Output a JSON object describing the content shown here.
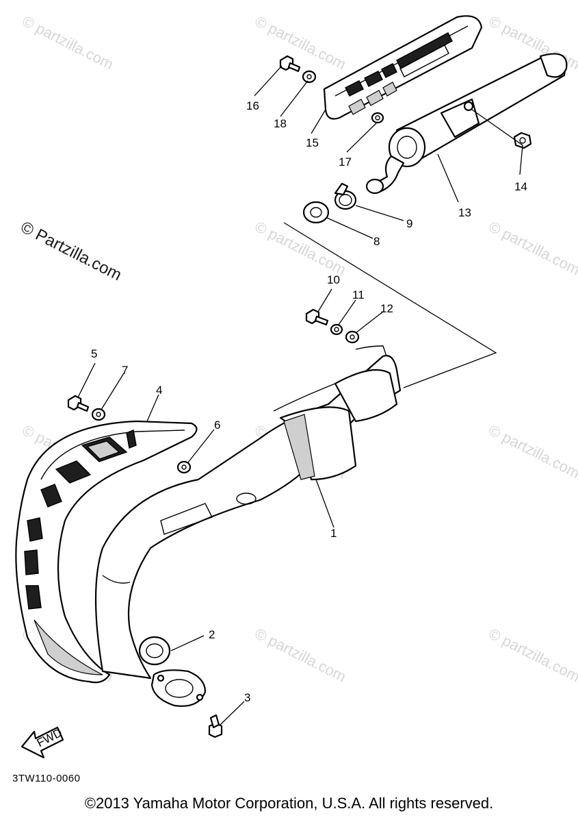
{
  "watermark": {
    "text": "© Partzilla.com",
    "faint": [
      {
        "id": "wm-1",
        "text": "© partzilla.com"
      },
      {
        "id": "wm-2",
        "text": "© partzilla.com"
      },
      {
        "id": "wm-3",
        "text": "© partzilla.com"
      },
      {
        "id": "wm-4",
        "text": "© partzilla.com"
      },
      {
        "id": "wm-5",
        "text": "© partzilla.com"
      },
      {
        "id": "wm-6",
        "text": "© partzilla.com"
      },
      {
        "id": "wm-7",
        "text": "© partzilla.com"
      },
      {
        "id": "wm-8",
        "text": "© partzilla.com"
      },
      {
        "id": "wm-9",
        "text": "© partzilla.com"
      },
      {
        "id": "wm-10",
        "text": "© partzilla.com"
      },
      {
        "id": "wm-11",
        "text": "© partzilla.com"
      }
    ]
  },
  "callouts": [
    "1",
    "2",
    "3",
    "4",
    "5",
    "6",
    "7",
    "8",
    "9",
    "10",
    "11",
    "12",
    "13",
    "14",
    "15",
    "16",
    "17",
    "18"
  ],
  "fwd_label": "FWD",
  "drawing_code": "3TW110-0060",
  "copyright": "©2013 Yamaha Motor Corporation, U.S.A. All rights reserved."
}
